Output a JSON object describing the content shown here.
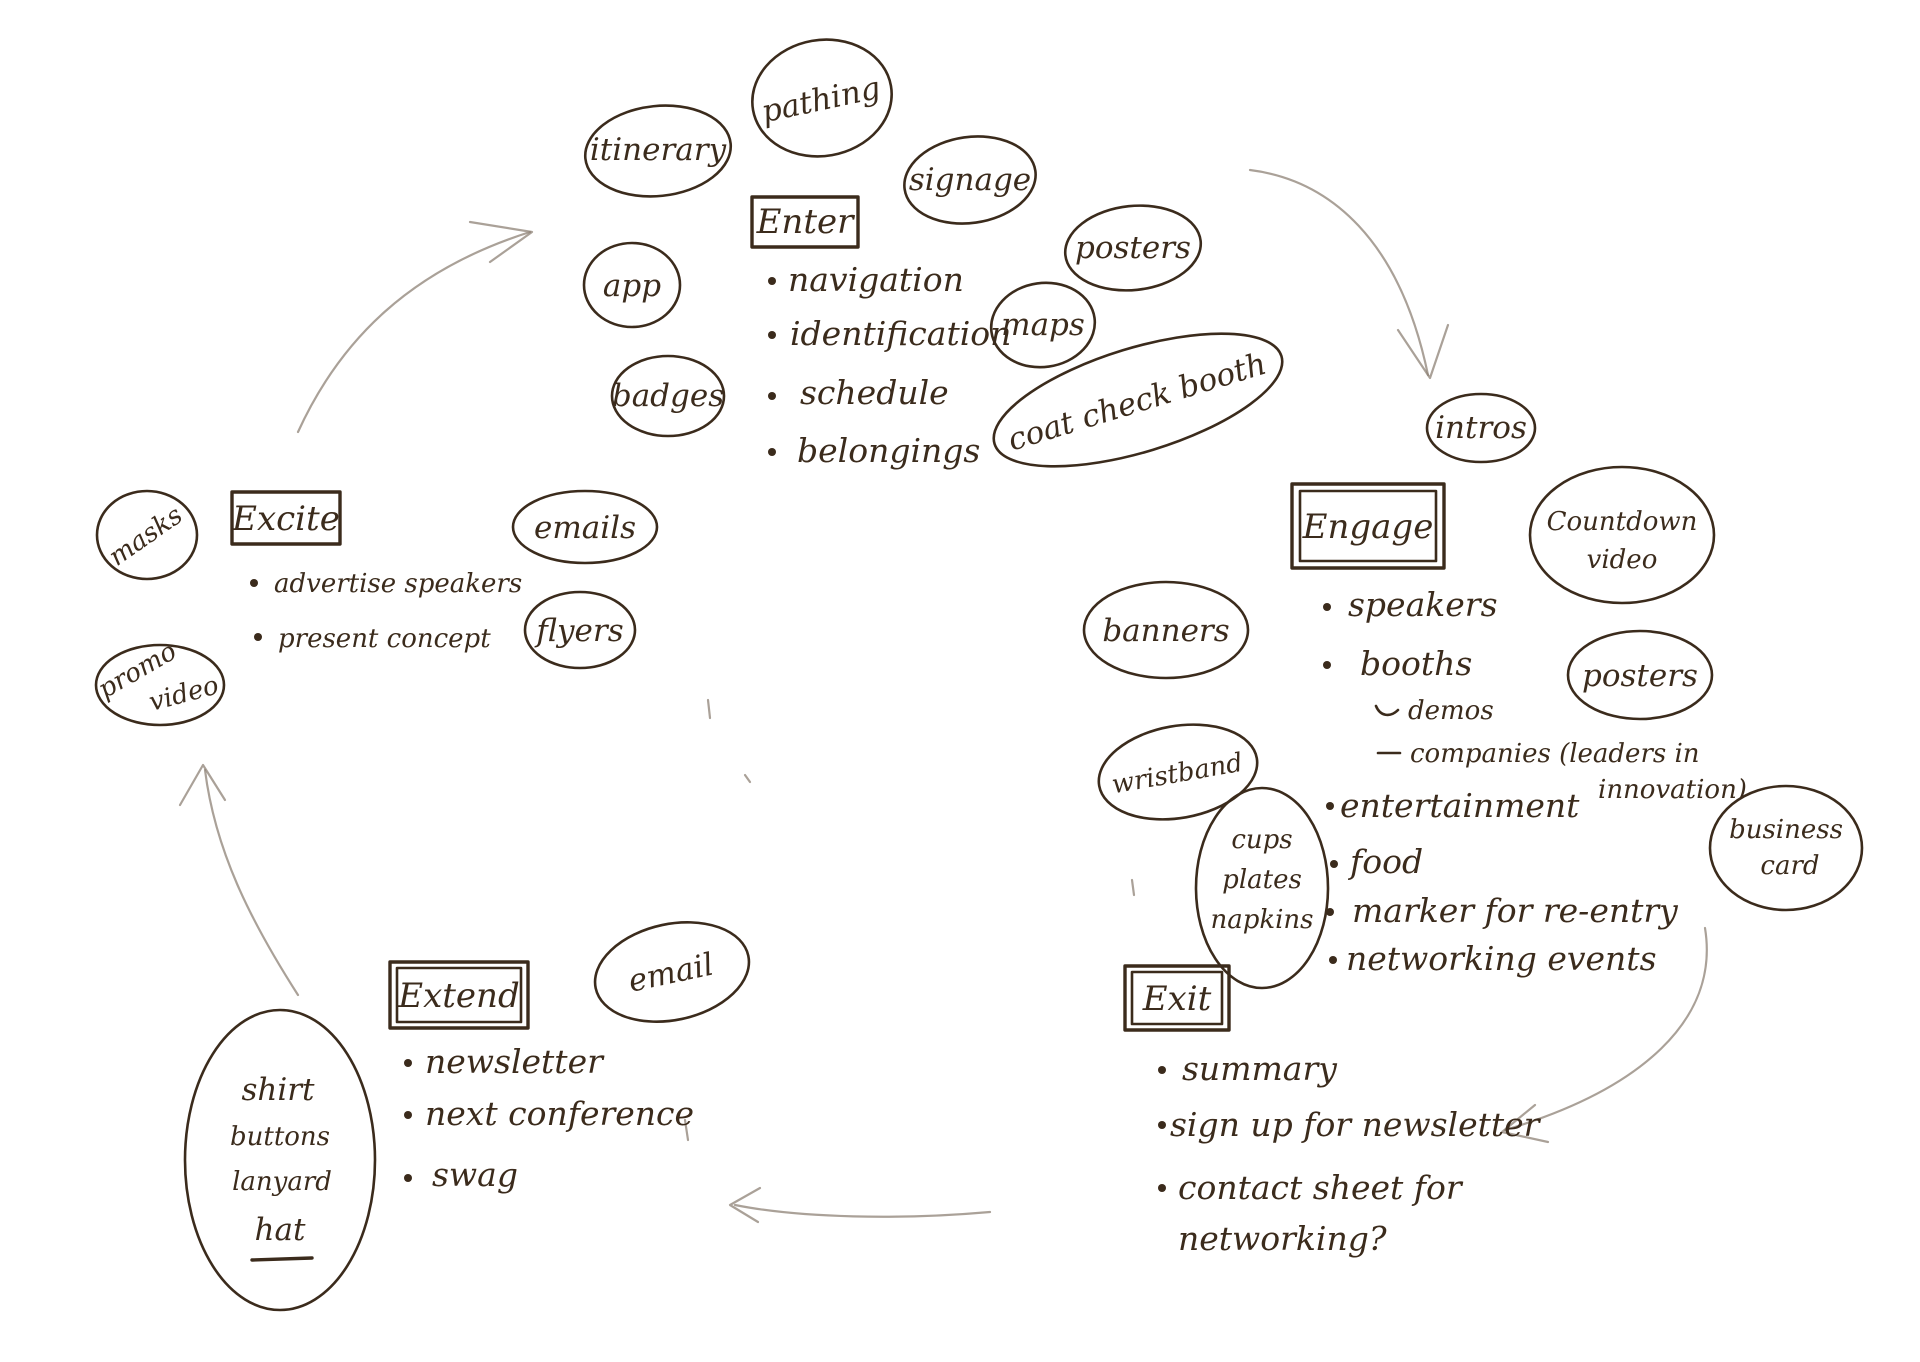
{
  "diagram": {
    "stages": {
      "enter": {
        "title": "Enter",
        "items": [
          "navigation",
          "identification",
          "schedule",
          "belongings"
        ],
        "bubbles": [
          "itinerary",
          "pathing",
          "signage",
          "posters",
          "app",
          "maps",
          "badges",
          "coat check booth"
        ]
      },
      "engage": {
        "title": "Engage",
        "items": [
          "speakers",
          "booths",
          "demos",
          "companies (leaders in",
          "innovation)",
          "entertainment",
          "food",
          "marker for re-entry",
          "networking events"
        ],
        "bubbles": [
          "intros",
          "Countdown",
          "video",
          "banners",
          "posters",
          "wristband",
          "cups",
          "plates",
          "napkins",
          "business",
          "card"
        ]
      },
      "exit": {
        "title": "Exit",
        "items": [
          "summary",
          "sign up for newsletter",
          "contact sheet for",
          "networking?"
        ]
      },
      "extend": {
        "title": "Extend",
        "items": [
          "newsletter",
          "next conference",
          "swag"
        ],
        "bubbles": [
          "email",
          "shirt",
          "buttons",
          "lanyard",
          "hat"
        ]
      },
      "excite": {
        "title": "Excite",
        "items": [
          "advertise speakers",
          "present concept"
        ],
        "bubbles": [
          "masks",
          "emails",
          "flyers",
          "promo",
          "video"
        ]
      }
    },
    "ink_color": "#3b2b1c"
  }
}
